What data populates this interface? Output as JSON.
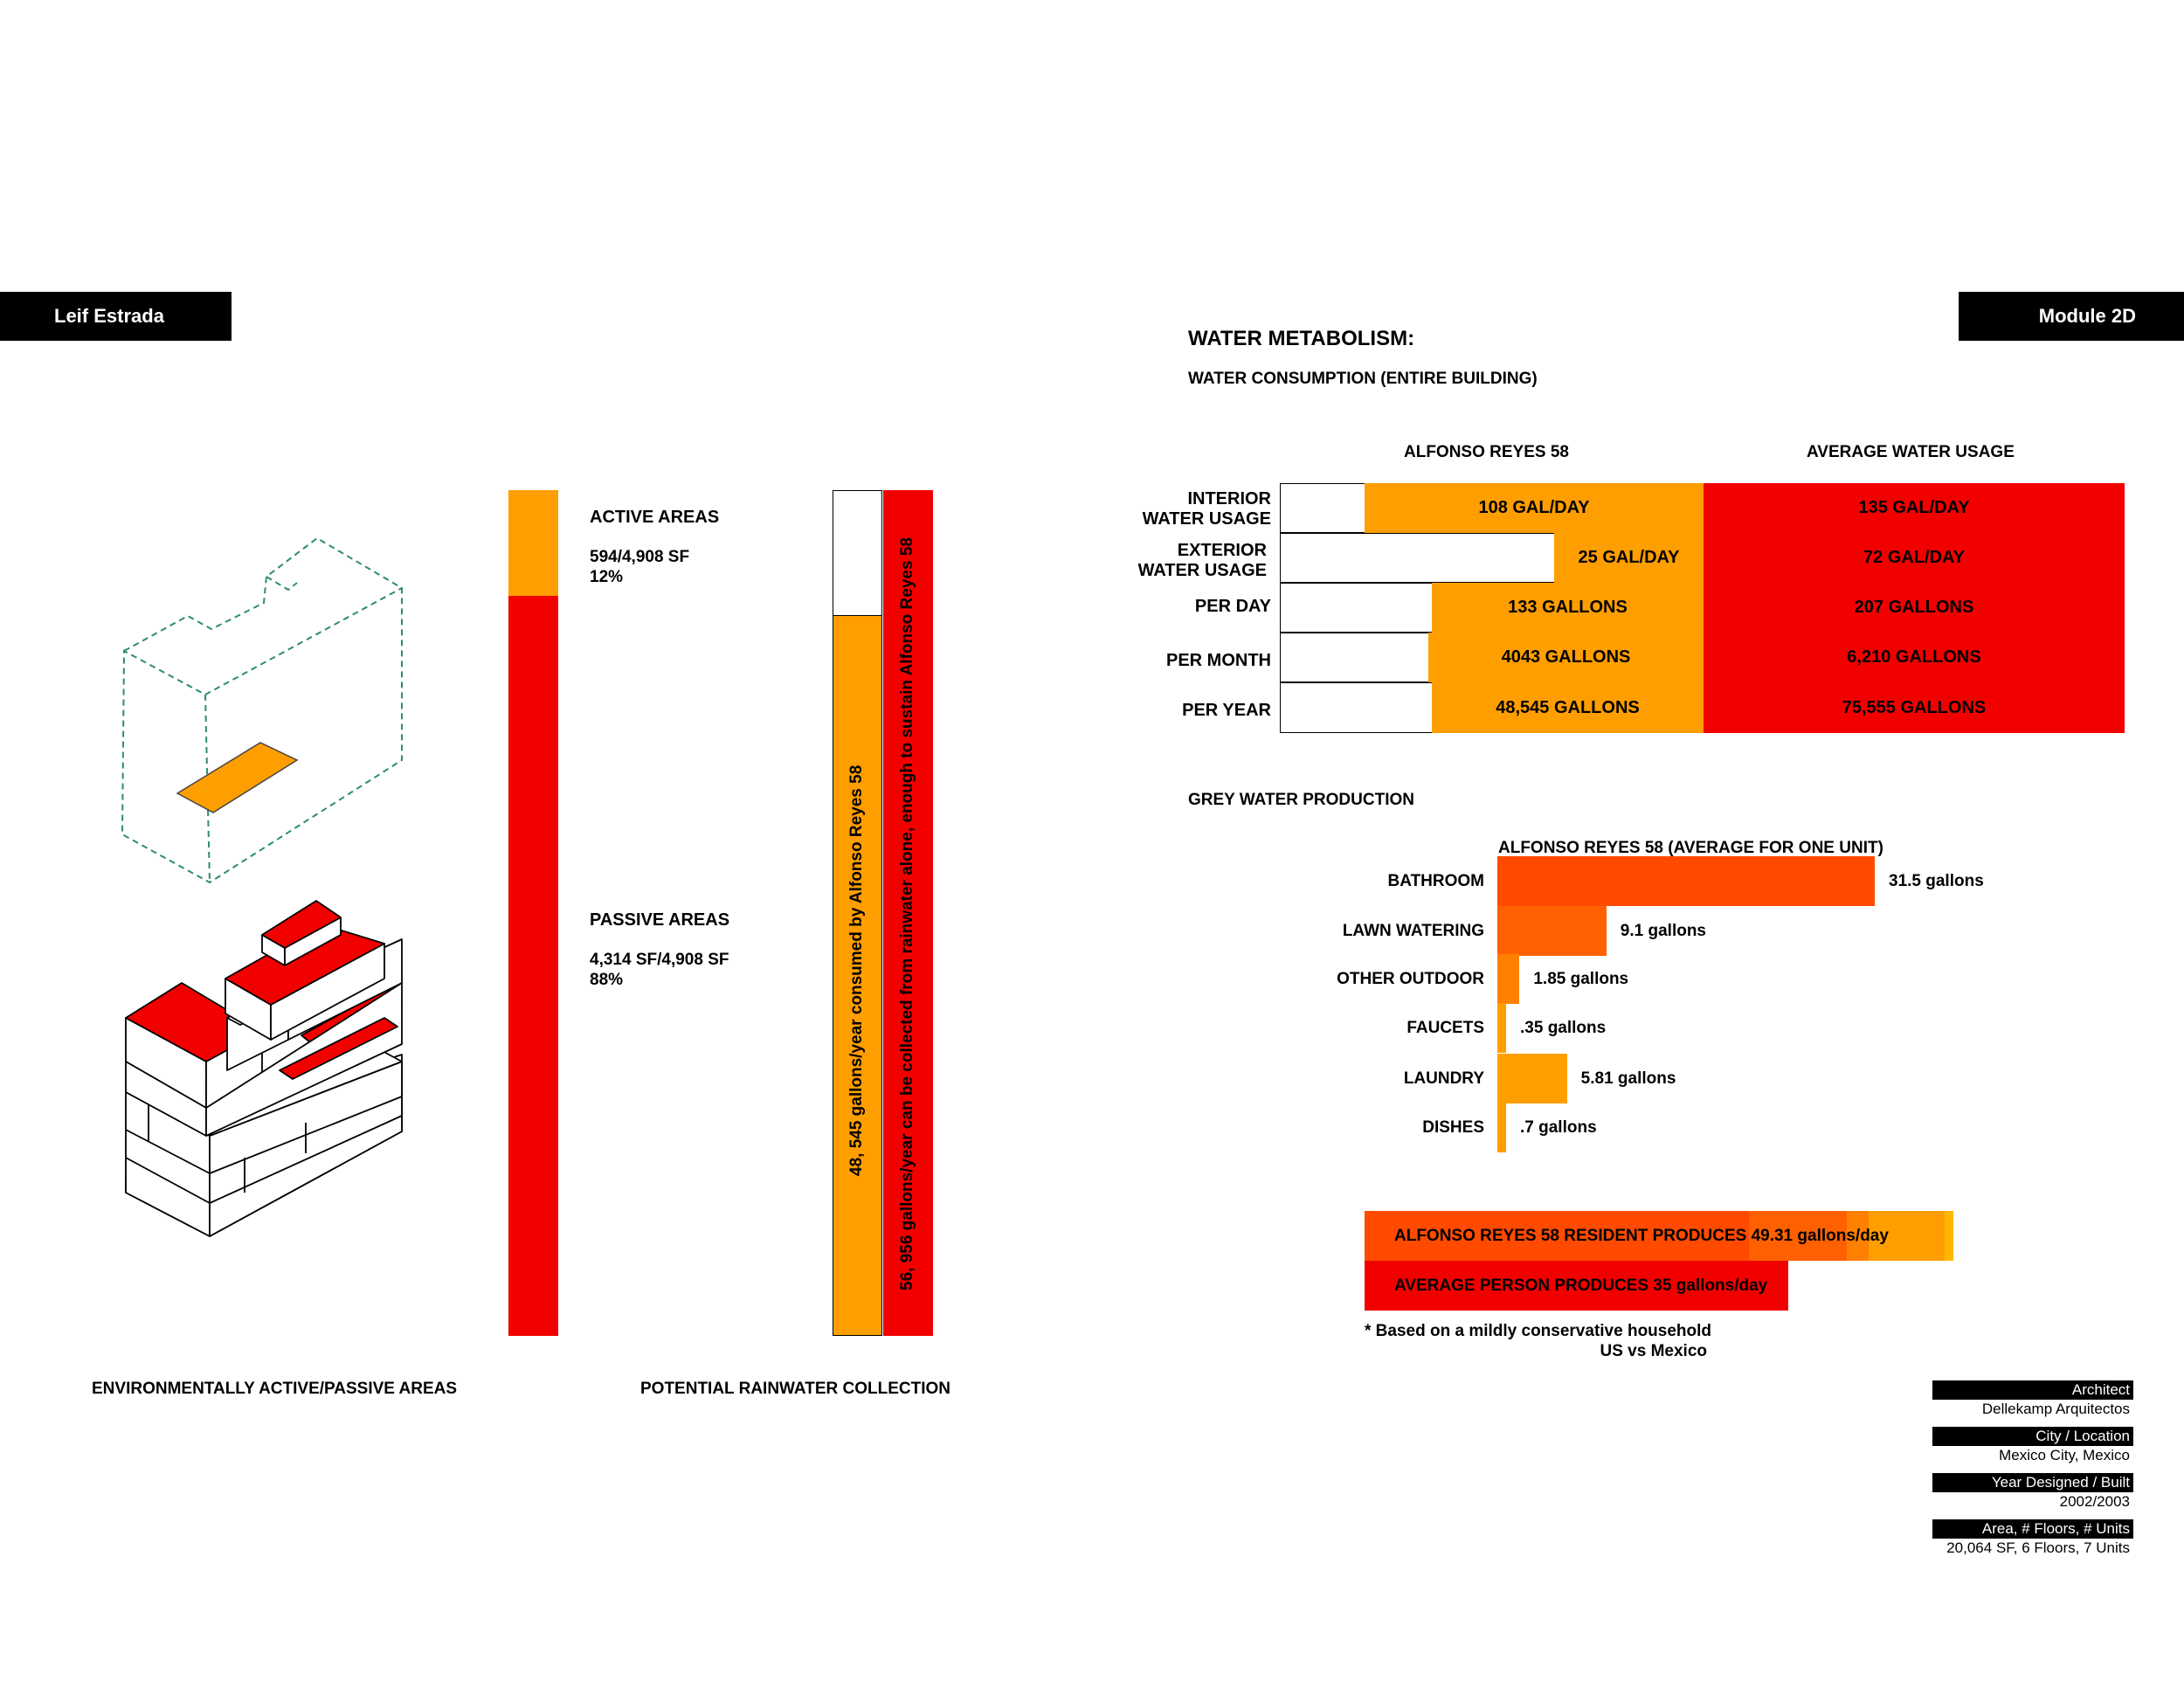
{
  "colors": {
    "orange": "#FF9E00",
    "red": "#F20000",
    "red_orange": "#FF4A00",
    "dark_orange": "#FF6000",
    "black": "#000000"
  },
  "header": {
    "author": "Leif Estrada",
    "module": "Module 2D"
  },
  "left": {
    "active_label": "ACTIVE AREAS",
    "active_area": "594/4,908 SF",
    "active_pct": "12%",
    "active_fraction": 0.12,
    "passive_label": "PASSIVE AREAS",
    "passive_area": "4,314 SF/4,908 SF",
    "passive_pct": "88%",
    "caption_areas": "ENVIRONMENTALLY ACTIVE/PASSIVE AREAS",
    "caption_rain": "POTENTIAL RAINWATER COLLECTION",
    "rain_consumed_text": "48, 545 gallons/year consumed by Alfonso Reyes 58",
    "rain_collected_text": "56, 956 gallons/year can be collected from rainwater alone, enough to sustain Alfonso Reyes 58"
  },
  "water": {
    "title": "WATER METABOLISM:",
    "subtitle": "WATER CONSUMPTION (ENTIRE BUILDING)",
    "col_a": "ALFONSO REYES 58",
    "col_b": "AVERAGE WATER USAGE",
    "rows": [
      {
        "label1": "INTERIOR",
        "label2": "WATER USAGE",
        "a": "108 GAL/DAY",
        "b": "135 GAL/DAY"
      },
      {
        "label1": "EXTERIOR",
        "label2": "WATER USAGE",
        "a": "25 GAL/DAY",
        "b": "72 GAL/DAY"
      },
      {
        "label1": "PER DAY",
        "label2": "",
        "a": "133 GALLONS",
        "b": "207 GALLONS"
      },
      {
        "label1": "PER MONTH",
        "label2": "",
        "a": "4043 GALLONS",
        "b": "6,210 GALLONS"
      },
      {
        "label1": "PER YEAR",
        "label2": "",
        "a": "48,545 GALLONS",
        "b": "75,555 GALLONS"
      }
    ]
  },
  "grey": {
    "title": "GREY WATER PRODUCTION",
    "subtitle": "ALFONSO REYES 58 (AVERAGE FOR ONE UNIT)",
    "items": [
      {
        "label": "BATHROOM",
        "value": "31.5 gallons"
      },
      {
        "label": "LAWN WATERING",
        "value": "9.1 gallons"
      },
      {
        "label": "OTHER OUTDOOR",
        "value": "1.85 gallons"
      },
      {
        "label": "FAUCETS",
        "value": ".35 gallons"
      },
      {
        "label": "LAUNDRY",
        "value": "5.81 gallons"
      },
      {
        "label": "DISHES",
        "value": ".7 gallons"
      }
    ],
    "resident": "ALFONSO REYES 58 RESIDENT PRODUCES 49.31 gallons/day",
    "average": "AVERAGE PERSON PRODUCES 35 gallons/day",
    "note1": "* Based on a mildly conservative household",
    "note2": "US vs Mexico"
  },
  "chart_data": [
    {
      "type": "bar",
      "title": "GREY WATER PRODUCTION",
      "subtitle": "ALFONSO REYES 58 (AVERAGE FOR ONE UNIT)",
      "categories": [
        "BATHROOM",
        "LAWN WATERING",
        "OTHER OUTDOOR",
        "FAUCETS",
        "LAUNDRY",
        "DISHES"
      ],
      "values": [
        31.5,
        9.1,
        1.85,
        0.35,
        5.81,
        0.7
      ],
      "unit": "gallons"
    },
    {
      "type": "bar",
      "categories": [
        "ALFONSO REYES 58 RESIDENT PRODUCES",
        "AVERAGE PERSON PRODUCES"
      ],
      "values": [
        49.31,
        35
      ],
      "unit": "gallons/day"
    },
    {
      "type": "bar",
      "title": "WATER CONSUMPTION (ENTIRE BUILDING)",
      "categories": [
        "INTERIOR WATER USAGE",
        "EXTERIOR WATER USAGE",
        "PER DAY",
        "PER MONTH",
        "PER YEAR"
      ],
      "series": [
        {
          "name": "ALFONSO REYES 58",
          "values": [
            108,
            25,
            133,
            4043,
            48545
          ]
        },
        {
          "name": "AVERAGE WATER USAGE",
          "values": [
            135,
            72,
            207,
            6210,
            75555
          ]
        }
      ]
    },
    {
      "type": "bar",
      "title": "POTENTIAL RAINWATER COLLECTION",
      "categories": [
        "consumed",
        "collected"
      ],
      "values": [
        48545,
        56956
      ],
      "unit": "gallons/year"
    }
  ],
  "project_info": [
    {
      "label": "Architect",
      "value": "Dellekamp Arquitectos"
    },
    {
      "label": "City / Location",
      "value": "Mexico City, Mexico"
    },
    {
      "label": "Year Designed / Built",
      "value": "2002/2003"
    },
    {
      "label": "Area, # Floors, # Units",
      "value": "20,064 SF, 6 Floors, 7 Units"
    }
  ]
}
